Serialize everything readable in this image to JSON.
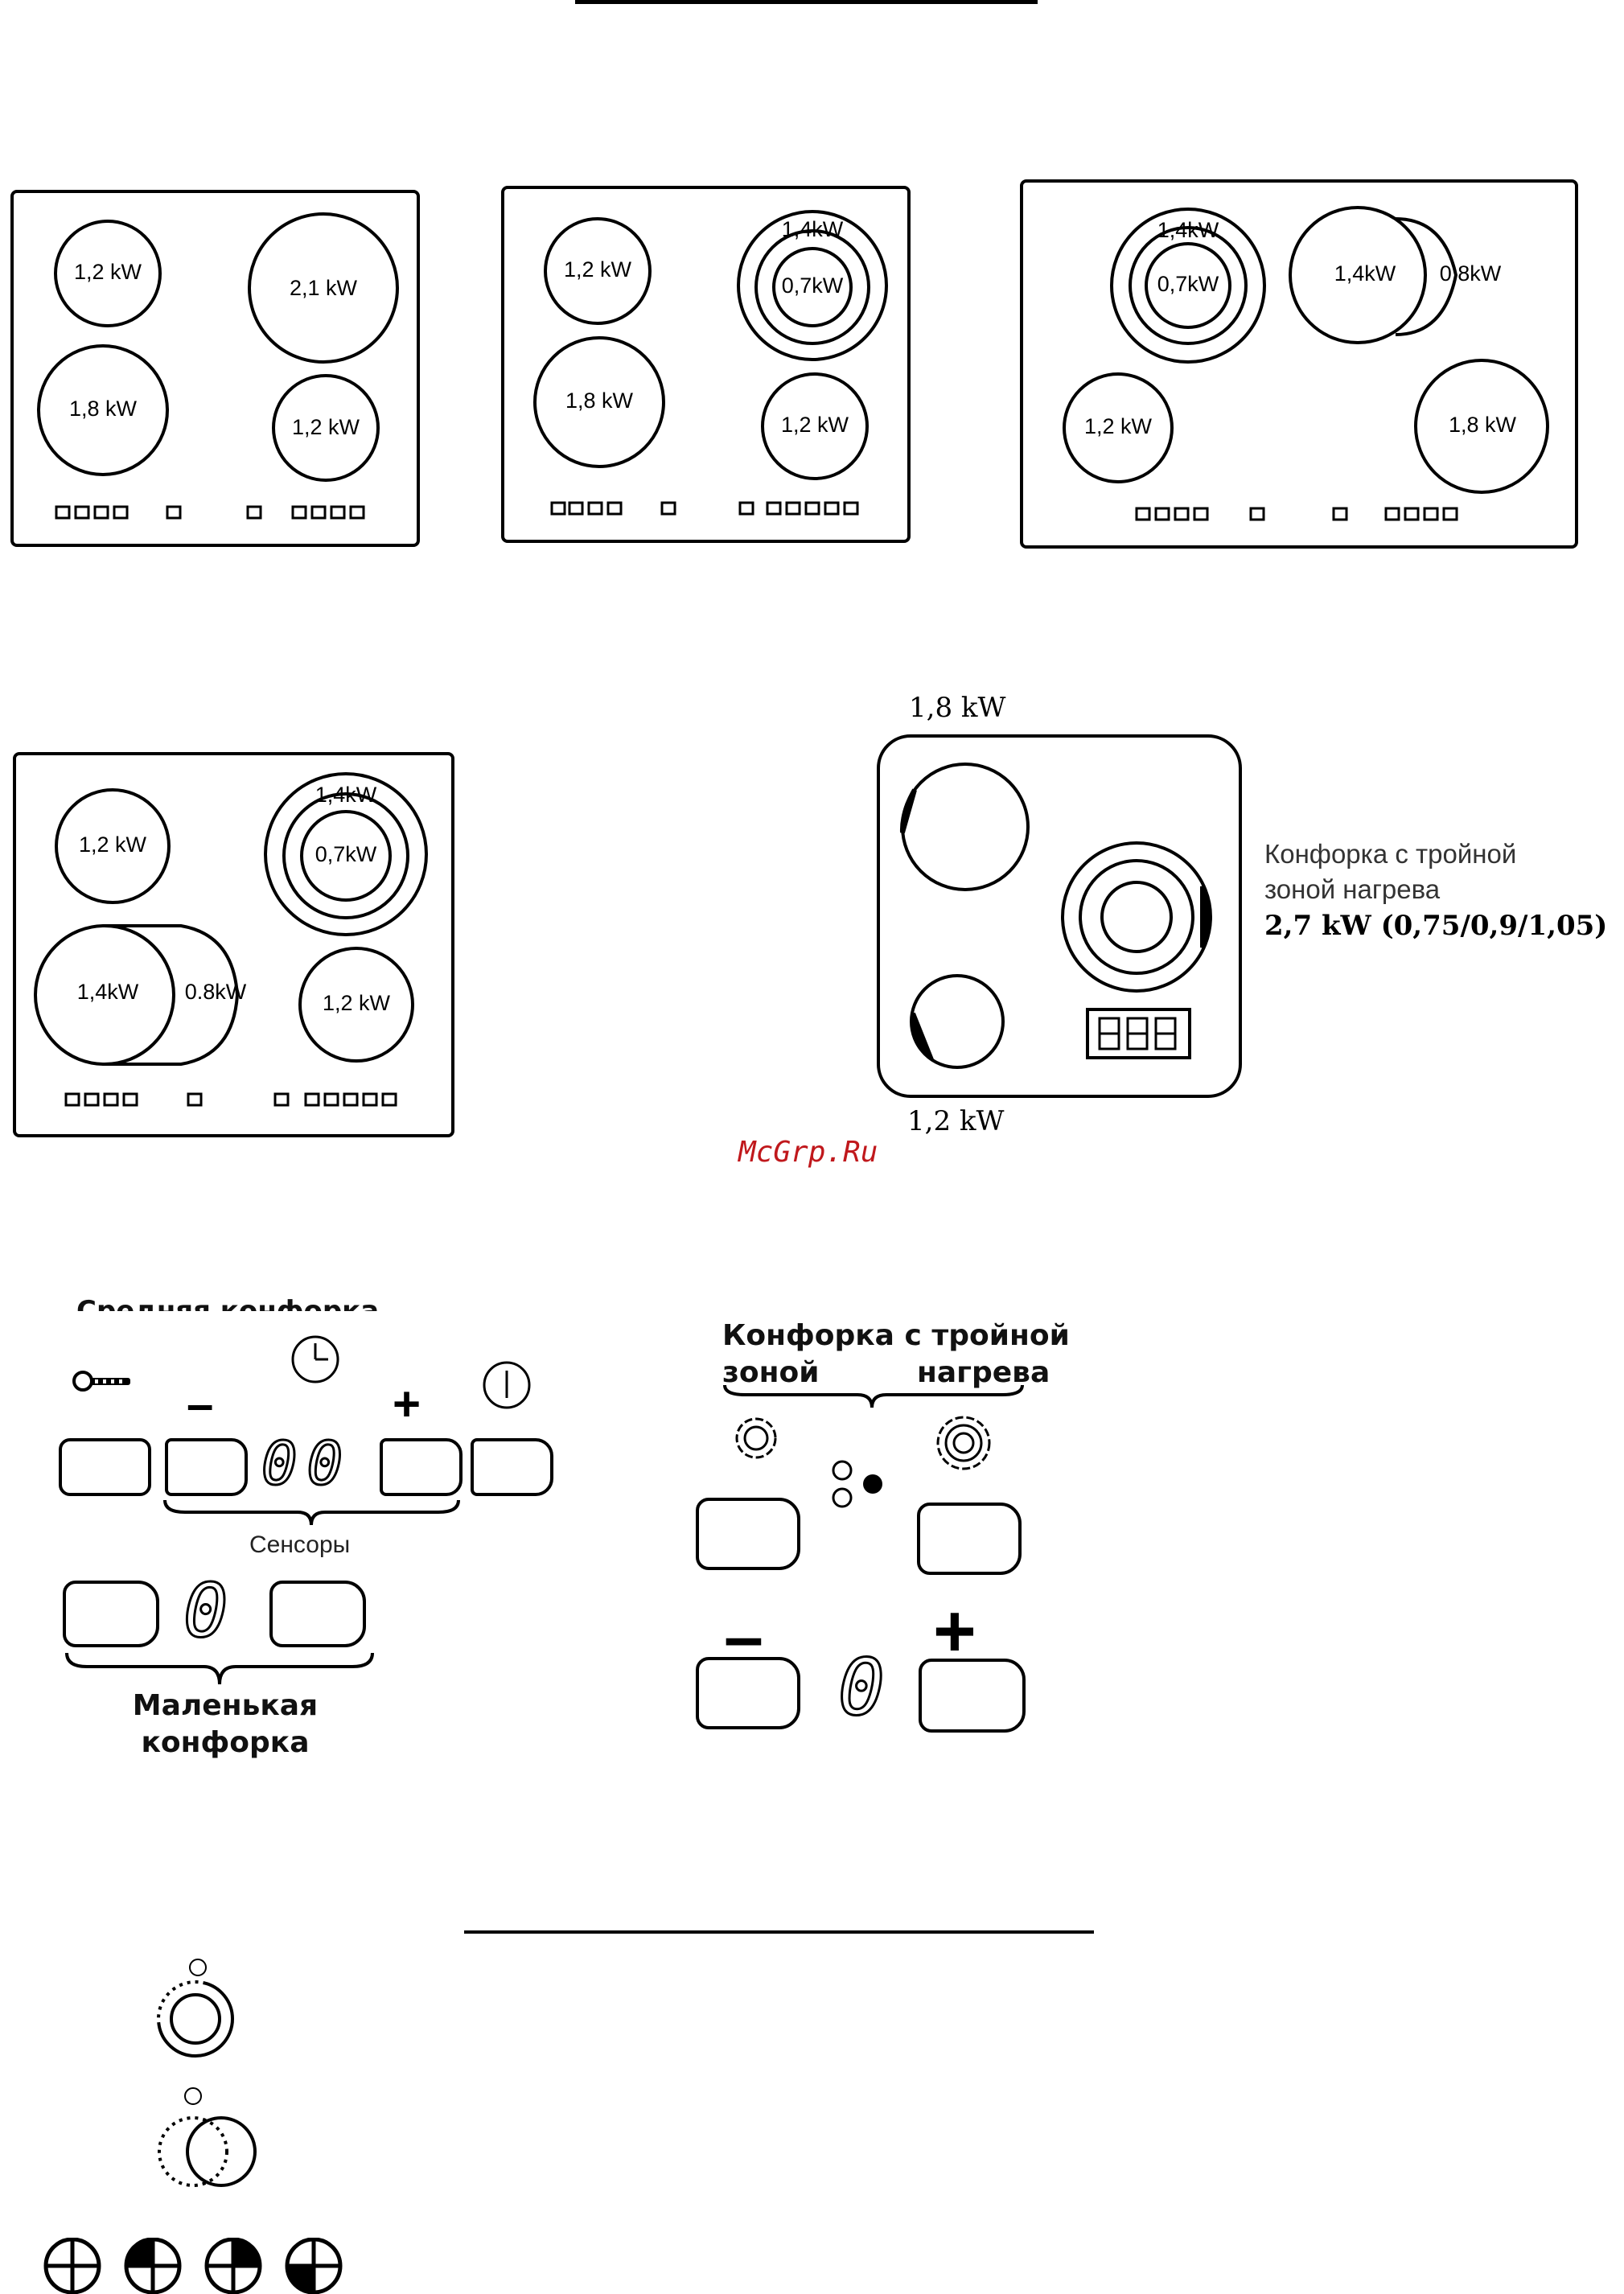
{
  "watermark": "McGrp.Ru",
  "hobs": [
    {
      "zones": [
        "1,2 kW",
        "2,1 kW",
        "1,8 kW",
        "1,2 kW"
      ]
    },
    {
      "zones": [
        "1,2 kW",
        "1,4kW",
        "0,7kW",
        "1,8 kW",
        "1,2 kW"
      ]
    },
    {
      "zones": [
        "1,4kW",
        "0,7kW",
        "1,4kW",
        "0.8kW",
        "1,2 kW",
        "1,8 kW"
      ]
    },
    {
      "zones": [
        "1,2 kW",
        "1,4kW",
        "0,7kW",
        "1,4kW",
        "0.8kW",
        "1,2 kW"
      ]
    }
  ],
  "triple_hob": {
    "top_power": "1,8 kW",
    "bottom_power": "1,2 kW",
    "desc_line1": "Конфорка с тройной",
    "desc_line2": "зоной нагрева",
    "desc_power": "2,7 kW (0,75/0,9/1,05)"
  },
  "panel_left": {
    "title_cut": "Средняя конфорка",
    "minus": "–",
    "plus": "+",
    "display": "00",
    "sensors_label": "Сенсоры",
    "small_display": "0",
    "small_label_line1": "Маленькая",
    "small_label_line2": "конфорка"
  },
  "panel_right": {
    "title_line1": "Конфорка с тройной",
    "title_line2_left": "зоной",
    "title_line2_right": "нагрева",
    "minus": "–",
    "plus": "+",
    "display": "0"
  }
}
